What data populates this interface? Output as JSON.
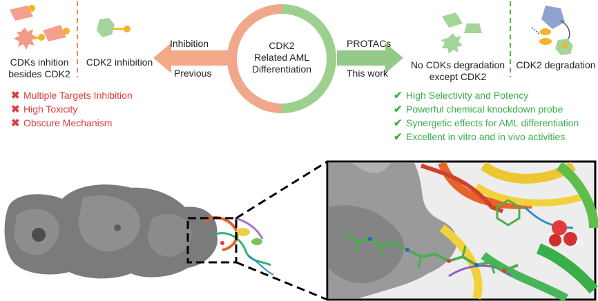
{
  "center": {
    "line1": "CDK2",
    "line2": "Related AML",
    "line3": "Differentiation"
  },
  "left_arrow": {
    "top": "Inhibition",
    "bottom": "Previous"
  },
  "right_arrow": {
    "top": "PROTACs",
    "bottom": "This work"
  },
  "left_panel": {
    "label_a_line1": "CDKs inhition",
    "label_a_line2": "besides CDK2",
    "label_b": "CDK2 inhibition"
  },
  "right_panel": {
    "label_a_line1": "No CDKs degradation",
    "label_a_line2": "except CDK2",
    "label_b": "CDK2 degradation"
  },
  "cons": [
    "Multiple Targets Inhibition",
    "High Toxicity",
    "Obscure Mechanism"
  ],
  "pros": [
    "High Selectivity and Potency",
    "Powerful chemical knockdown probe",
    "Synergetic effects for AML differentiation",
    "Excellent in vitro and in vivo activities"
  ],
  "icons": {
    "con_mark": "✖",
    "pro_mark": "✔"
  },
  "colors": {
    "salmon": "#f0a07c",
    "green": "#8cc97f",
    "red_text": "#e03a3e",
    "green_text": "#3aae49",
    "protein_gray": "#7d7d80"
  }
}
